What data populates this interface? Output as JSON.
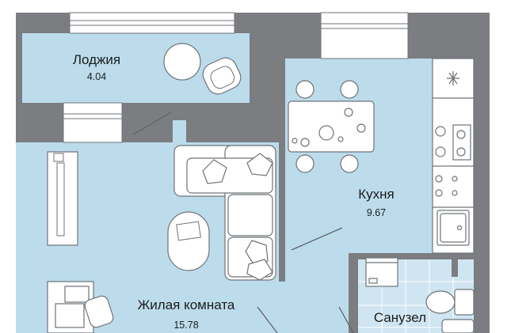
{
  "colors": {
    "wall": "#7b7d80",
    "room_fill": "#bcdcec",
    "bath_tile": "#cfe6f2",
    "furniture": "#ffffff",
    "furniture_stroke": "#6f7377",
    "line": "#5f6368"
  },
  "rooms": {
    "loggia": {
      "name": "Лоджия",
      "area": "4.04"
    },
    "kitchen": {
      "name": "Кухня",
      "area": "9.67"
    },
    "living": {
      "name": "Жилая комната",
      "area": "15.78"
    },
    "bathroom": {
      "name": "Санузел"
    }
  },
  "icons": [
    "sofa-icon",
    "dining-table-icon",
    "chair-icon",
    "stove-icon",
    "sink-icon",
    "fridge-icon",
    "toilet-icon",
    "washing-machine-icon",
    "desk-icon",
    "tv-stand-icon",
    "window-icon",
    "ottoman-icon"
  ]
}
